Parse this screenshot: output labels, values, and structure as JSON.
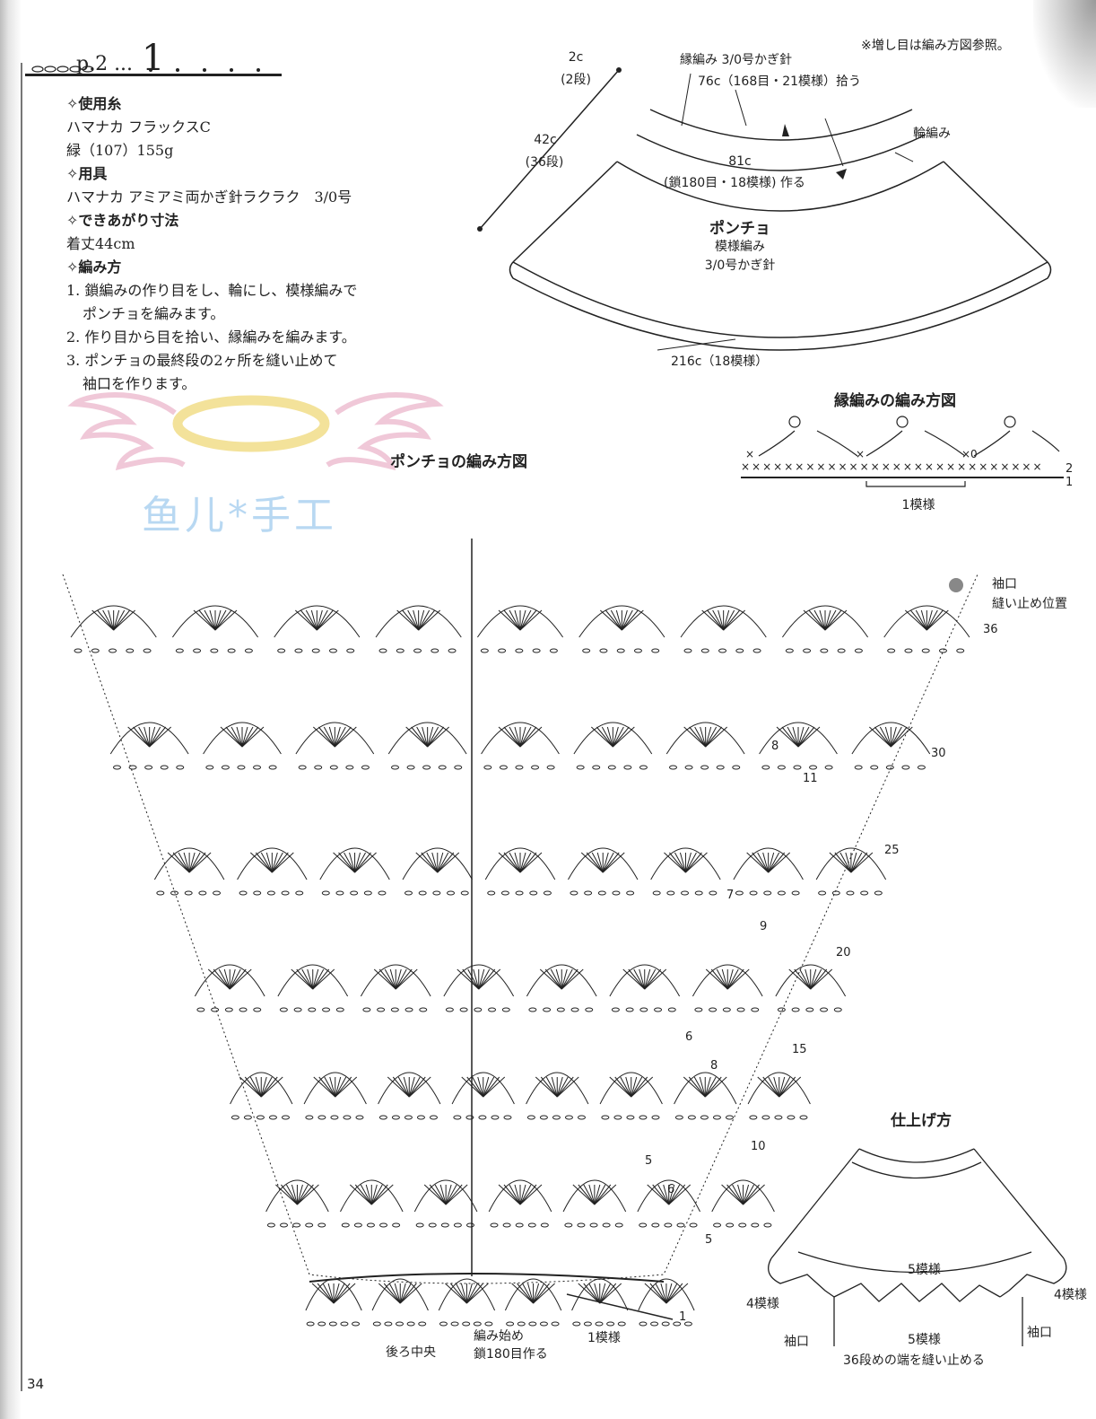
{
  "header": {
    "page_ref": "p.2 ...",
    "pattern_number": "1"
  },
  "instructions": {
    "yarn_title": "使用糸",
    "yarn_line1": "ハマナカ フラックスC",
    "yarn_line2": "緑（107）155g",
    "tools_title": "用具",
    "tools_line": "ハマナカ アミアミ両かぎ針ラクラク　3/0号",
    "size_title": "できあがり寸法",
    "size_line": "着丈44cm",
    "method_title": "編み方",
    "step1a": "1. 鎖編みの作り目をし、輪にし、模様編みで",
    "step1b": "ポンチョを編みます。",
    "step2": "2. 作り目から目を拾い、縁編みを編みます。",
    "step3a": "3. ポンチョの最終段の2ヶ所を縫い止めて",
    "step3b": "袖口を作ります。"
  },
  "watermark": {
    "text": "鱼儿*手工"
  },
  "schematic": {
    "note": "※増し目は編み方図参照。",
    "edge_label": "縁編み  3/0号かぎ針",
    "pickup": "76c（168目・21模様）拾う",
    "h2c": "2c",
    "h2c_rows": "(2段)",
    "h42c": "42c",
    "h42c_rows": "(36段)",
    "neck": "81c",
    "neck_detail": "(鎖180目・18模様) 作る",
    "ring_label": "輪編み",
    "title": "ポンチョ",
    "stitch": "模様編み",
    "hook": "3/0号かぎ針",
    "hem": "216c（18模様）"
  },
  "edging_chart": {
    "title": "縁編みの編み方図",
    "repeat": "1模様",
    "row2": "2",
    "row1": "1"
  },
  "main_chart": {
    "title": "ポンチョの編み方図",
    "sleeve_title": "袖口",
    "sleeve_detail": "縫い止め位置",
    "back_center": "後ろ中央",
    "start1": "編み始め",
    "start2": "鎖180目作る",
    "repeat": "1模様",
    "row_labels": [
      "36",
      "30",
      "25",
      "20",
      "15",
      "10",
      "5",
      "1"
    ],
    "stitch_counts": [
      "8",
      "11",
      "7",
      "9",
      "6",
      "8",
      "5",
      "6"
    ]
  },
  "finishing": {
    "title": "仕上げ方",
    "top_repeat": "5模様",
    "bottom_repeat": "5模様",
    "left_repeat": "4模様",
    "right_repeat": "4模様",
    "sleeve_left": "袖口",
    "sleeve_right": "袖口",
    "seam_note": "36段めの端を縫い止める"
  },
  "footer": {
    "page_number": "34"
  }
}
